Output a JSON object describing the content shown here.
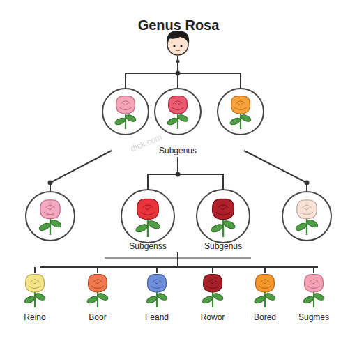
{
  "diagram": {
    "title": "Genus Rosa",
    "nodes": [
      {
        "text": [
          "Subgenus"
        ]
      },
      {
        "text": [
          "Subgenss"
        ]
      },
      {
        "text": [
          "Subgenus"
        ]
      },
      {
        "text": [
          "Reino"
        ]
      },
      {
        "text": [
          "Boor"
        ]
      },
      {
        "text": [
          "Feand"
        ]
      },
      {
        "text": [
          "Rowor"
        ]
      },
      {
        "text": [
          "Bored"
        ]
      },
      {
        "text": [
          "Sugmes"
        ]
      }
    ],
    "edges": [
      {
        "from": 0,
        "to": 1,
        "arrow": "none"
      },
      {
        "from": 0,
        "to": 2,
        "arrow": "none"
      }
    ],
    "labels": [
      "dick.com"
    ]
  }
}
